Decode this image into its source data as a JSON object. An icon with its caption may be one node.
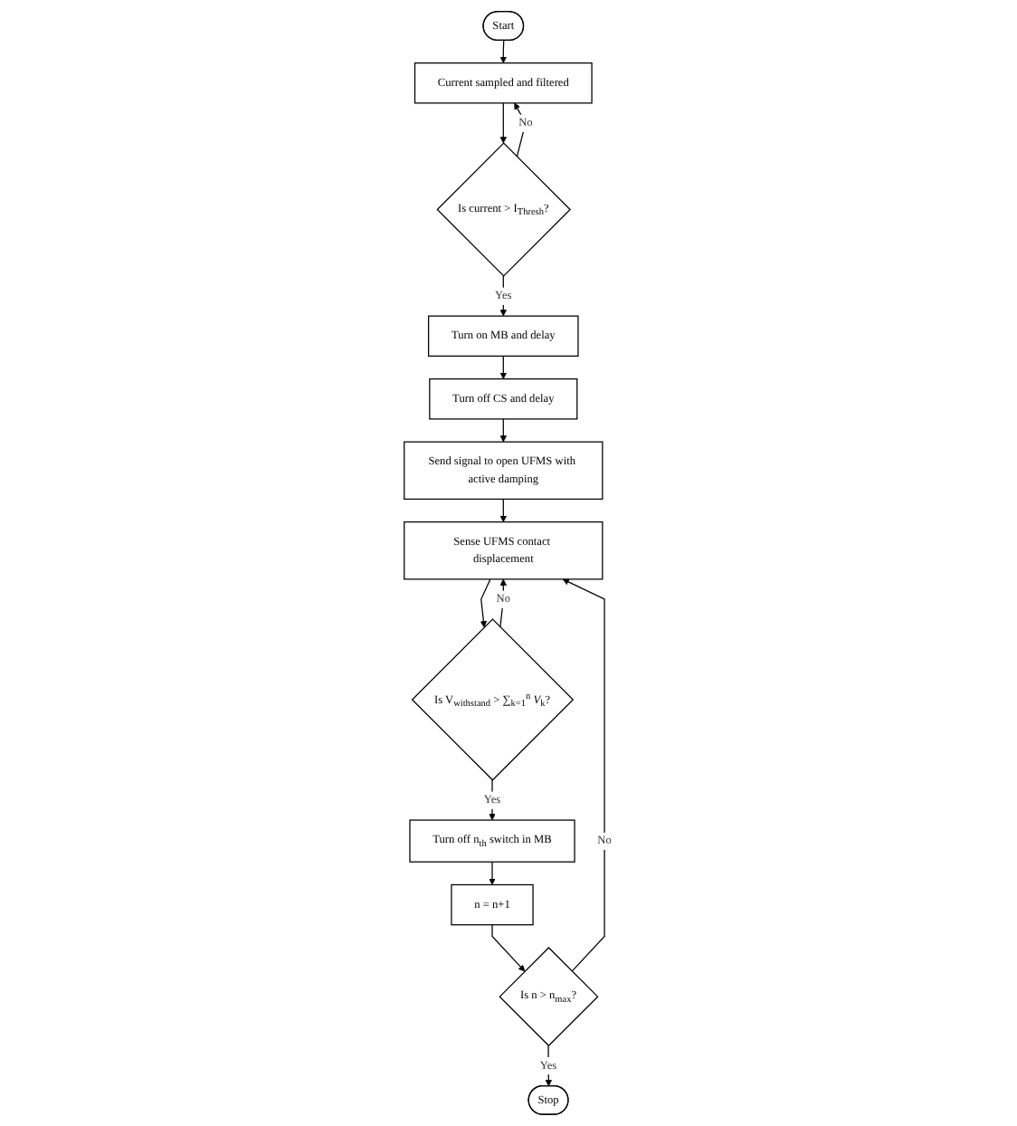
{
  "diagram": {
    "nodes": [
      {
        "text": [
          "Start"
        ]
      },
      {
        "text": [
          "Current sampled and filtered"
        ]
      },
      {
        "text": [
          "Is current > I$_{Thresh}$?"
        ]
      },
      {
        "text": [
          "Turn on MB and delay"
        ]
      },
      {
        "text": [
          "Turn off CS and delay"
        ]
      },
      {
        "text": [
          "Send signal to open UFMS with active damping"
        ]
      },
      {
        "text": [
          "Sense UFMS contact displacement"
        ]
      },
      {
        "text": [
          "Is V$_{withstand}$ > ∑$_{k=1}$$^{n}$ *V*$_{k}$?"
        ]
      },
      {
        "text": [
          "Turn off n$_{th}$ switch in MB"
        ]
      },
      {
        "text": [
          "n = n+1"
        ]
      },
      {
        "text": [
          "Is n > n$_{max}$?"
        ]
      },
      {
        "text": [
          "Stop"
        ]
      }
    ],
    "edges": [
      {
        "from": 0,
        "to": 1,
        "arrow": "to"
      },
      {
        "from": 1,
        "to": 2,
        "arrow": "to"
      },
      {
        "from": 2,
        "to": 1,
        "arrow": "to",
        "label": "No"
      },
      {
        "from": 2,
        "to": 3,
        "arrow": "to",
        "label": "Yes"
      },
      {
        "from": 3,
        "to": 4,
        "arrow": "to"
      },
      {
        "from": 4,
        "to": 5,
        "arrow": "to"
      },
      {
        "from": 5,
        "to": 6,
        "arrow": "to"
      },
      {
        "from": 6,
        "to": 7,
        "arrow": "to"
      },
      {
        "from": 7,
        "to": 6,
        "arrow": "to",
        "label": "No"
      },
      {
        "from": 7,
        "to": 8,
        "arrow": "to",
        "label": "Yes"
      },
      {
        "from": 8,
        "to": 9,
        "arrow": "to"
      },
      {
        "from": 9,
        "to": 10,
        "arrow": "to"
      },
      {
        "from": 10,
        "to": 6,
        "arrow": "to",
        "label": "No"
      },
      {
        "from": 10,
        "to": 11,
        "arrow": "to",
        "label": "Yes"
      }
    ]
  }
}
